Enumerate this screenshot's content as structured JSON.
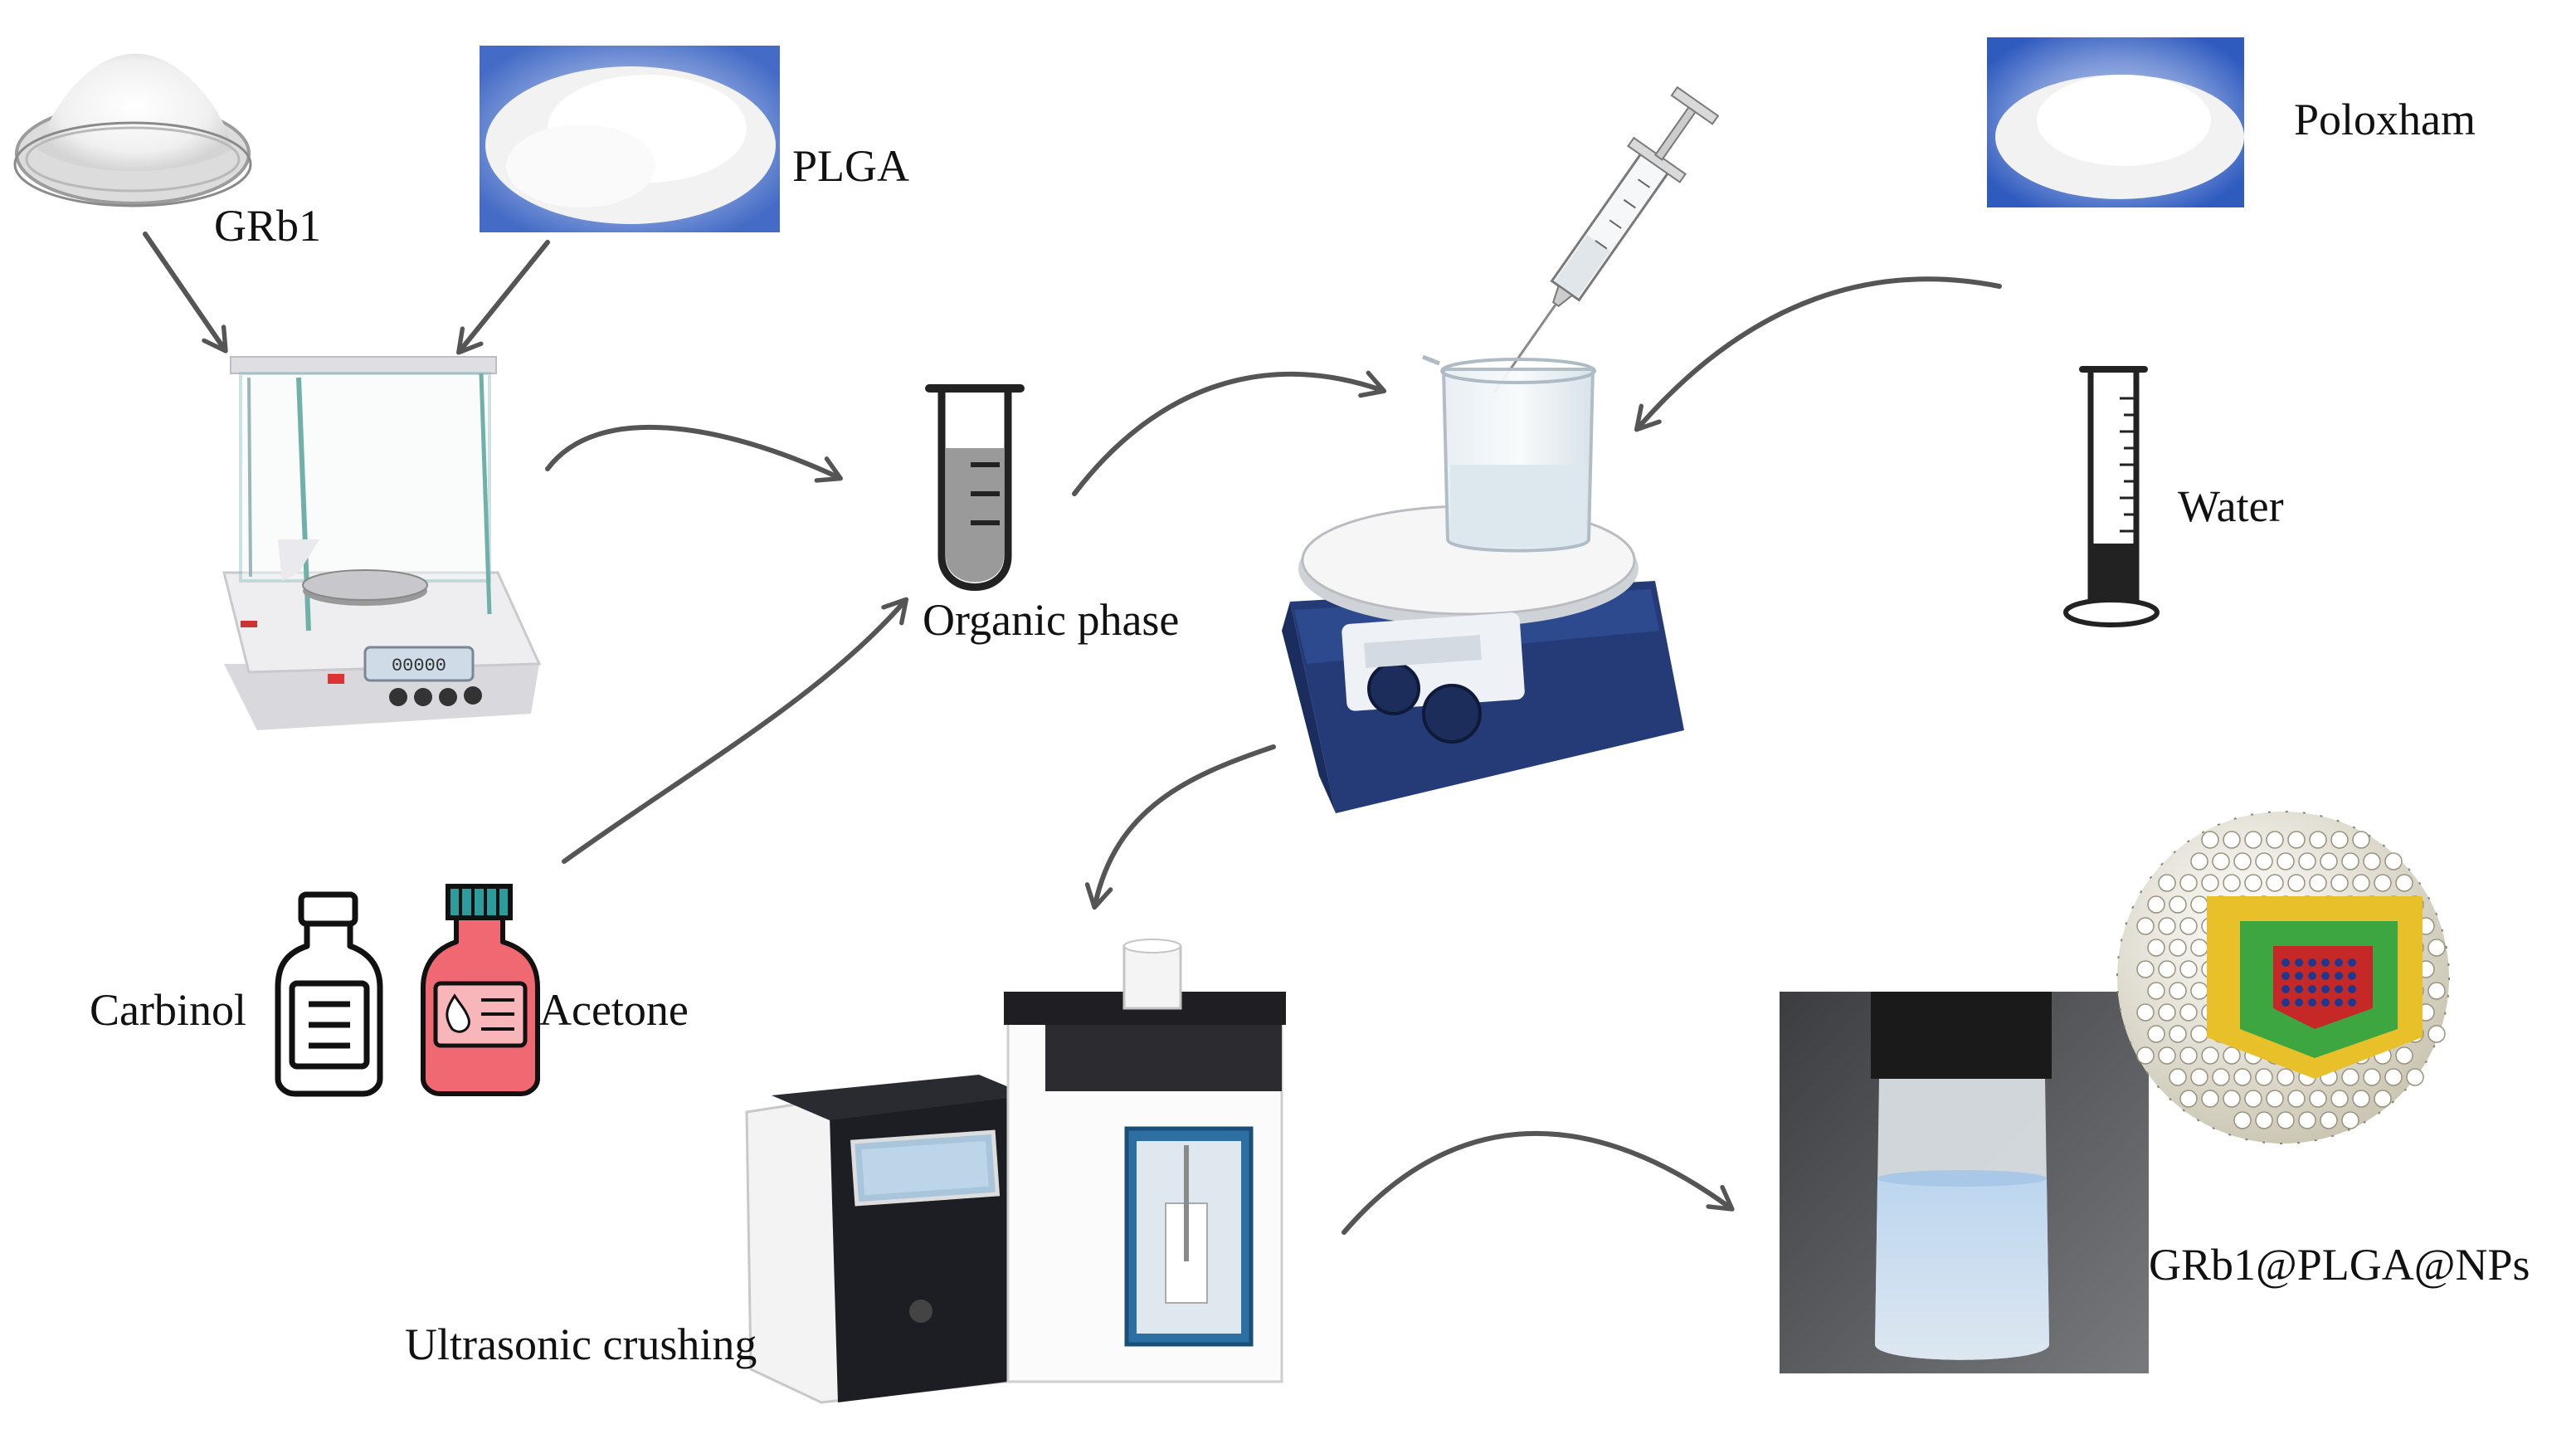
{
  "labels": {
    "grb1": "GRb1",
    "plga": "PLGA",
    "poloxham": "Poloxham",
    "water": "Water",
    "organic_phase": "Organic phase",
    "carbinol": "Carbinol",
    "acetone": "Acetone",
    "ultrasonic": "Ultrasonic crushing",
    "product": "GRb1@PLGA@NPs"
  },
  "device_texts": {
    "balance_display": "00000"
  },
  "colors": {
    "arrow": "#555555",
    "balance_body": "#e9e9ec",
    "stirrer_blue": "#27407f",
    "bottle_red": "#f06872",
    "bottle_cap_teal": "#2a9d9c",
    "sonicator_black": "#1d1e24",
    "powder_blue_bg": "#3c6bcc",
    "water_dark": "#222222",
    "nanoparticle_shell": "#f3f0e6",
    "nanoparticle_core_yellow": "#e8c12a",
    "nanoparticle_core_green": "#3da640",
    "nanoparticle_core_red": "#c62828"
  },
  "icons": [
    "arrow-icon",
    "beaker-icon",
    "syringe-icon",
    "test-tube-icon",
    "graduated-cylinder-icon",
    "bottle-icon",
    "vial-icon",
    "nanoparticle-icon",
    "balance-icon",
    "stirrer-icon",
    "sonicator-icon"
  ]
}
